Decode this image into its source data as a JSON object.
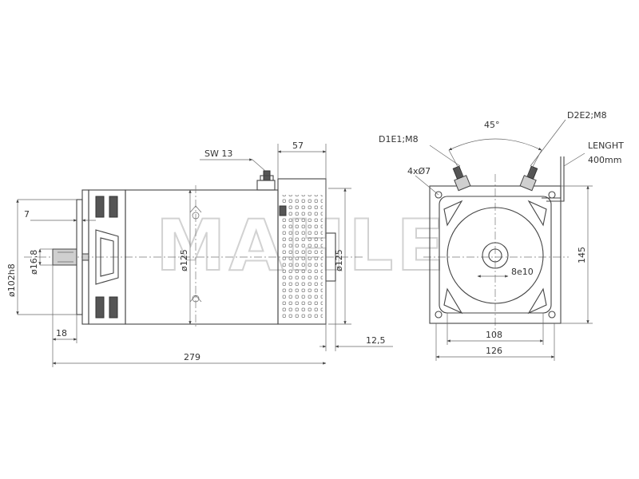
{
  "watermark": "MAHLE",
  "side_view": {
    "dimensions": {
      "sw": "SW 13",
      "d57": "57",
      "d7": "7",
      "d102": "ø102h8",
      "d16": "ø16,8",
      "d125_body": "ø125",
      "d125_end": "ø125",
      "d18": "18",
      "d12_5": "12,5",
      "d279": "279"
    }
  },
  "end_view": {
    "dimensions": {
      "angle": "45°",
      "terminal_left": "D1E1;M8",
      "terminal_right": "D2E2;M8",
      "lead_label": "LENGHT",
      "lead_length": "400mm",
      "holes": "4xØ7",
      "shaft_key": "8e10",
      "d145": "145",
      "d108": "108",
      "d126": "126"
    }
  }
}
